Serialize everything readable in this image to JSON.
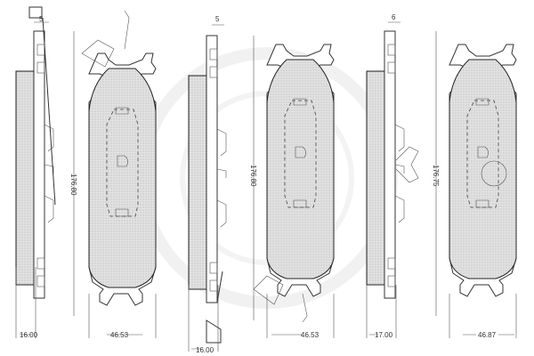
{
  "title": "Brake pad set technical drawing",
  "pads": [
    {
      "thickness_top": "5",
      "thickness_bottom": "16.00",
      "height": "176.80",
      "width": "46.53"
    },
    {
      "thickness_top": "5",
      "thickness_bottom": "16.00",
      "height": "176.80",
      "width": "46.53"
    },
    {
      "thickness_top": "6",
      "thickness_bottom": "17.00",
      "height": "176.75",
      "width": "46.87"
    }
  ],
  "colors": {
    "line": "#333333",
    "friction_fill": "#d9d9d9"
  }
}
